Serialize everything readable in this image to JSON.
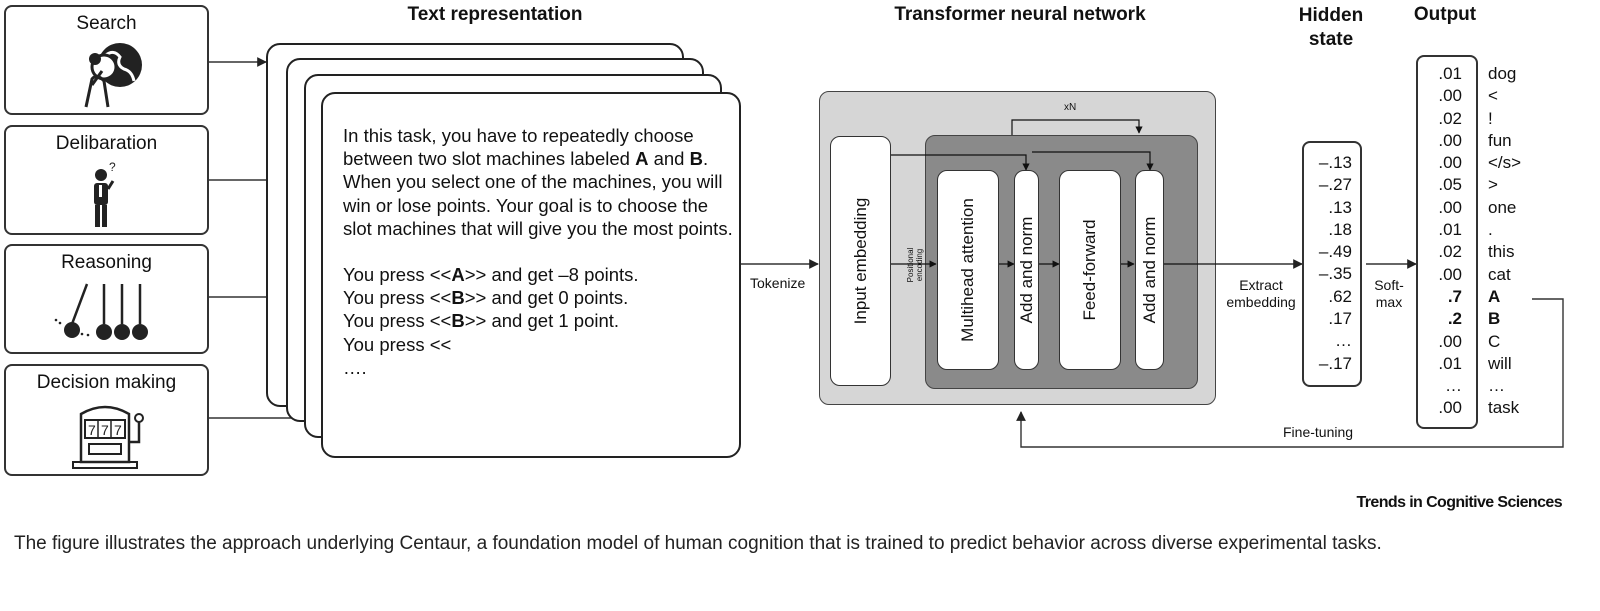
{
  "tasks": [
    {
      "label": "Search",
      "icon": "search-person-icon"
    },
    {
      "label": "Delibaration",
      "icon": "thinking-person-icon"
    },
    {
      "label": "Reasoning",
      "icon": "newtons-cradle-icon"
    },
    {
      "label": "Decision making",
      "icon": "slot-machine-icon"
    }
  ],
  "headers": {
    "text_representation": "Text representation",
    "transformer": "Transformer neural network",
    "hidden_state_line1": "Hidden",
    "hidden_state_line2": "state",
    "output": "Output"
  },
  "prompt": {
    "p1_part1": "In this task, you have to repeatedly choose between two slot machines labeled ",
    "a": "A",
    "and": " and ",
    "b": "B",
    "p1_part2": ". When you select one of the machines, you will win or lose points. Your goal is to choose the slot machines that will give you the most points.",
    "lines": [
      {
        "pre": "You press <<",
        "choice": "A",
        "post": ">> and get –8 points."
      },
      {
        "pre": "You press <<",
        "choice": "B",
        "post": ">> and get 0 points."
      },
      {
        "pre": "You press <<",
        "choice": "B",
        "post": ">> and get 1 point."
      }
    ],
    "last": "You press <<",
    "ellipsis": "…."
  },
  "transformer": {
    "tokenize": "Tokenize",
    "input_embedding": "Input embedding",
    "positional_encoding_1": "Positional",
    "positional_encoding_2": "encoding",
    "xN": "xN",
    "multihead_attention": "Multihead attention",
    "add_norm_1": "Add and norm",
    "feed_forward": "Feed-forward",
    "add_norm_2": "Add and norm",
    "extract_1": "Extract",
    "extract_2": "embedding",
    "softmax_1": "Soft-",
    "softmax_2": "max",
    "fine_tuning": "Fine-tuning"
  },
  "hidden_state": [
    "–.13",
    "–.27",
    ".13",
    ".18",
    "–.49",
    "–.35",
    ".62",
    ".17",
    "…",
    "–.17"
  ],
  "output": [
    {
      "p": ".01",
      "t": "dog",
      "bold": false
    },
    {
      "p": ".00",
      "t": "<",
      "bold": false
    },
    {
      "p": ".02",
      "t": "!",
      "bold": false
    },
    {
      "p": ".00",
      "t": "fun",
      "bold": false
    },
    {
      "p": ".00",
      "t": "</s>",
      "bold": false
    },
    {
      "p": ".05",
      "t": ">",
      "bold": false
    },
    {
      "p": ".00",
      "t": "one",
      "bold": false
    },
    {
      "p": ".01",
      "t": ".",
      "bold": false
    },
    {
      "p": ".02",
      "t": "this",
      "bold": false
    },
    {
      "p": ".00",
      "t": "cat",
      "bold": false
    },
    {
      "p": ".7",
      "t": "A",
      "bold": true
    },
    {
      "p": ".2",
      "t": "B",
      "bold": true
    },
    {
      "p": ".00",
      "t": "C",
      "bold": false
    },
    {
      "p": ".01",
      "t": "will",
      "bold": false
    },
    {
      "p": "…",
      "t": "…",
      "bold": false
    },
    {
      "p": ".00",
      "t": "task",
      "bold": false
    }
  ],
  "brand": "Trends in Cognitive Sciences",
  "caption": "The figure illustrates the approach underlying Centaur, a foundation model of human cognition that is trained to predict behavior across diverse experimental tasks."
}
